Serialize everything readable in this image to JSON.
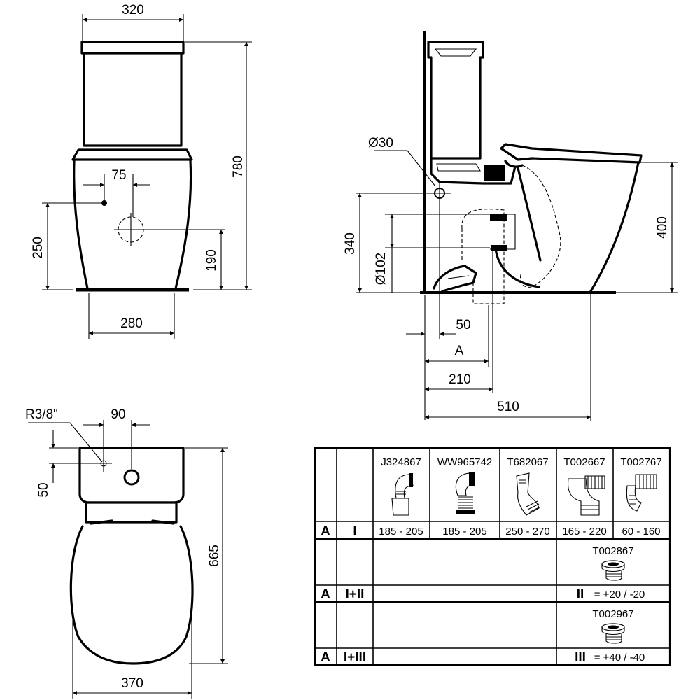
{
  "dimensions": {
    "front_width_top": "320",
    "front_height_total": "780",
    "front_offset_75": "75",
    "front_height_250": "250",
    "front_height_190": "190",
    "front_base_width": "280",
    "side_diameter_30": "Ø30",
    "side_height_340": "340",
    "side_diameter_102": "Ø102",
    "side_height_400": "400",
    "side_offset_50": "50",
    "side_dim_A": "A",
    "side_depth_210": "210",
    "side_depth_510": "510",
    "top_thread": "R3/8\"",
    "top_offset_90": "90",
    "top_offset_50": "50",
    "top_length_665": "665",
    "top_width_370": "370"
  },
  "table": {
    "col_codes": [
      "J324867",
      "WW965742",
      "T682067",
      "T002667",
      "T002767"
    ],
    "row1_label_a": "A",
    "row1_label_b": "I",
    "row1_ranges": [
      "185 - 205",
      "185 - 205",
      "250 - 270",
      "165 - 220",
      "60 - 160"
    ],
    "row2_code": "T002867",
    "row2_label_a": "A",
    "row2_label_b": "I+II",
    "row2_roman": "II",
    "row2_adjust": "= +20 / -20",
    "row3_code": "T002967",
    "row3_label_a": "A",
    "row3_label_b": "I+III",
    "row3_roman": "III",
    "row3_adjust": "= +40 / -40"
  }
}
